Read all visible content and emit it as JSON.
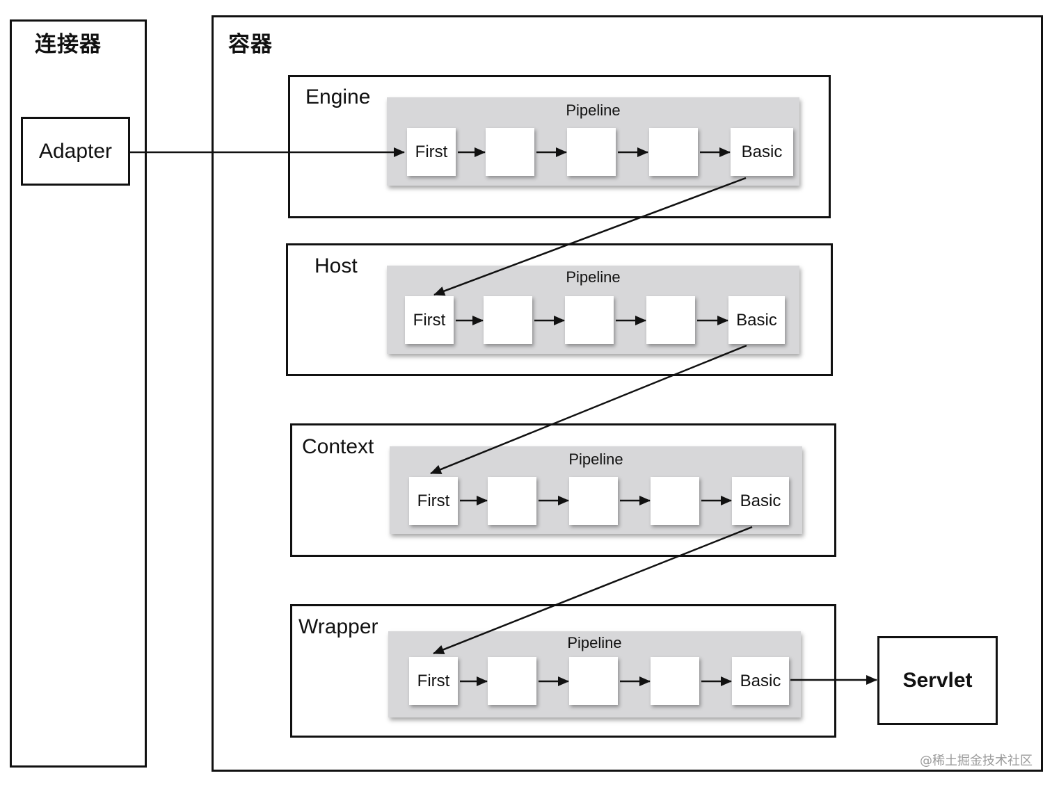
{
  "connector": {
    "title": "连接器",
    "adapter_label": "Adapter"
  },
  "container": {
    "title": "容器",
    "levels": [
      {
        "name": "Engine",
        "pipeline_label": "Pipeline",
        "first_label": "First",
        "basic_label": "Basic"
      },
      {
        "name": "Host",
        "pipeline_label": "Pipeline",
        "first_label": "First",
        "basic_label": "Basic"
      },
      {
        "name": "Context",
        "pipeline_label": "Pipeline",
        "first_label": "First",
        "basic_label": "Basic"
      },
      {
        "name": "Wrapper",
        "pipeline_label": "Pipeline",
        "first_label": "First",
        "basic_label": "Basic"
      }
    ]
  },
  "servlet_label": "Servlet",
  "watermark": "@稀土掘金技术社区"
}
